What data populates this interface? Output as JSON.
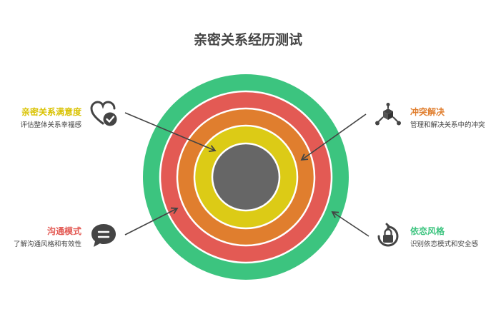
{
  "title": "亲密关系经历测试",
  "colors": {
    "outer": "#3cc47f",
    "second": "#e35a54",
    "third": "#e07e2e",
    "inner": "#dccb16",
    "core": "#666666",
    "arrow": "#444444"
  },
  "items": [
    {
      "title": "亲密关系满意度",
      "subtitle": "评估整体关系幸福感",
      "color": "#d9c200",
      "icon": "heart-check-icon"
    },
    {
      "title": "冲突解决",
      "subtitle": "管理和解决关系中的冲突",
      "color": "#e07e2e",
      "icon": "network-cube-icon"
    },
    {
      "title": "沟通模式",
      "subtitle": "了解沟通风格和有效性",
      "color": "#e35a54",
      "icon": "speech-bubble-icon"
    },
    {
      "title": "依恋风格",
      "subtitle": "识别依恋模式和安全感",
      "color": "#3cc47f",
      "icon": "padlock-refresh-icon"
    }
  ]
}
